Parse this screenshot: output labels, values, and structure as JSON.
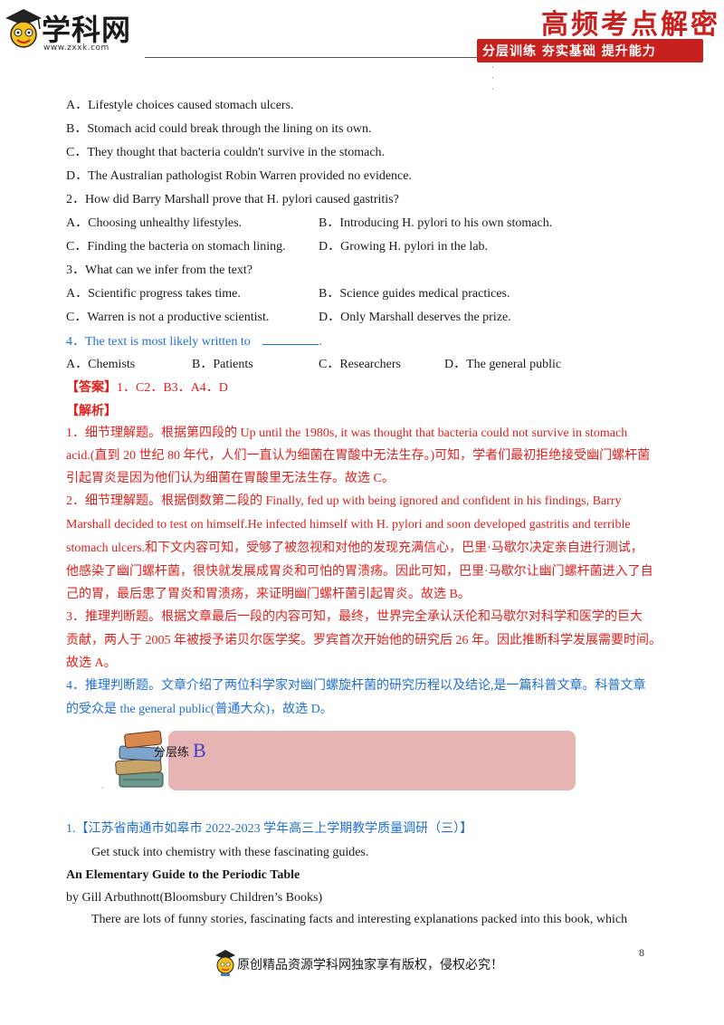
{
  "header": {
    "logo_text": "学科网",
    "logo_url": "www.zxxk.com",
    "brand_title": "高频考点解密",
    "brand_slogan": "分层训练  夯实基础  提升能力"
  },
  "q1_options": [
    "A．Lifestyle choices caused stomach ulcers.",
    "B．Stomach acid could break through the lining on its own.",
    "C．They thought that bacteria couldn't survive in the stomach.",
    "D．The Australian pathologist Robin Warren provided no evidence."
  ],
  "q2": {
    "stem": "2．How did Barry Marshall prove that H. pylori caused gastritis?",
    "A": "A．Choosing unhealthy lifestyles.",
    "B": "B．Introducing H. pylori to his own stomach.",
    "C": "C．Finding the bacteria on stomach lining.",
    "D": "D．Growing H. pylori in the lab."
  },
  "q3": {
    "stem": "3．What can we infer from the text?",
    "A": "A．Scientific progress takes time.",
    "B": "B．Science guides medical practices.",
    "C": "C．Warren is not a productive scientist.",
    "D": "D．Only Marshall deserves the prize."
  },
  "q4": {
    "stem": "4．The text is most likely written to",
    "tail": ".",
    "A": "A．Chemists",
    "B": "B．Patients",
    "C": "C．Researchers",
    "D": "D．The general public"
  },
  "answer": {
    "label": "【答案】",
    "text": "1．C2．B3．A4．D"
  },
  "analysis": {
    "label": "【解析】",
    "lines": [
      "1．细节理解题。根据第四段的 Up until the 1980s, it was thought that bacteria could not survive in stomach",
      "acid.(直到 20 世纪 80 年代，人们一直认为细菌在胃酸中无法生存。)可知，学者们最初拒绝接受幽门螺杆菌",
      "引起胃炎是因为他们认为细菌在胃酸里无法生存。故选 C。",
      "2．细节理解题。根据倒数第二段的 Finally, fed up with being ignored and confident in his findings, Barry",
      "Marshall decided to test on himself.He infected himself with H. pylori and soon developed gastritis and terrible",
      "stomach ulcers.和下文内容可知，受够了被忽视和对他的发现充满信心，巴里·马歇尔决定亲自进行测试，",
      "他感染了幽门螺杆菌，很快就发展成胃炎和可怕的胃溃疡。因此可知，巴里·马歇尔让幽门螺杆菌进入了自",
      "己的胃，最后患了胃炎和胃溃疡，来证明幽门螺杆菌引起胃炎。故选 B。",
      "3．推理判断题。根据文章最后一段的内容可知，最终，世界完全承认沃伦和马歇尔对科学和医学的巨大",
      "贡献，两人于 2005 年被授予诺贝尔医学奖。罗宾首次开始他的研究后 26 年。因此推断科学发展需要时间。",
      "故选 A。"
    ],
    "blue_lines": [
      "4．推理判断题。文章介绍了两位科学家对幽门螺旋杆菌的研究历程以及结论,是一篇科普文章。科普文章",
      "的受众是  the general public(普通大众)，故选 D。"
    ]
  },
  "section": {
    "label": "分层练",
    "letter": "B"
  },
  "passage": {
    "source": "1.【江苏省南通市如皋市 2022-2023 学年高三上学期教学质量调研（三）】",
    "intro": "Get stuck into chemistry with these fascinating guides.",
    "book_title": "An Elementary Guide to the Periodic Table",
    "byline": "by Gill Arbuthnott(Bloomsbury Children’s Books)",
    "para": "There are lots of funny stories, fascinating facts and interesting explanations packed into this book, which"
  },
  "footer": {
    "page_number": "8",
    "copyright": "原创精品资源学科网独家享有版权，侵权必究！"
  }
}
